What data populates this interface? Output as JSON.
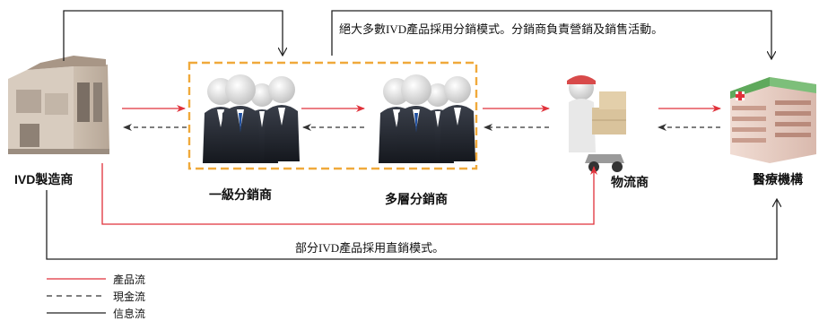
{
  "nodes": {
    "manufacturer": "IVD製造商",
    "first_distributor": "一級分銷商",
    "multi_distributor": "多層分銷商",
    "logistics": "物流商",
    "medical": "醫療機構"
  },
  "notes": {
    "top": "絕大多數IVD產品採用分銷模式。分銷商負責營銷及銷售活動。",
    "bottom": "部分IVD產品採用直銷模式。"
  },
  "legend": {
    "product": "產品流",
    "cash": "現金流",
    "info": "信息流"
  },
  "colors": {
    "product_flow": "#e0313a",
    "cash_flow": "#333333",
    "info_flow": "#222222",
    "group_border": "#f0a93b"
  },
  "icons": {
    "manufacturer": "factory-building-icon",
    "first_distributor": "businessmen-group-icon",
    "multi_distributor": "businessmen-group-icon",
    "logistics": "delivery-person-icon",
    "medical": "hospital-building-icon"
  }
}
